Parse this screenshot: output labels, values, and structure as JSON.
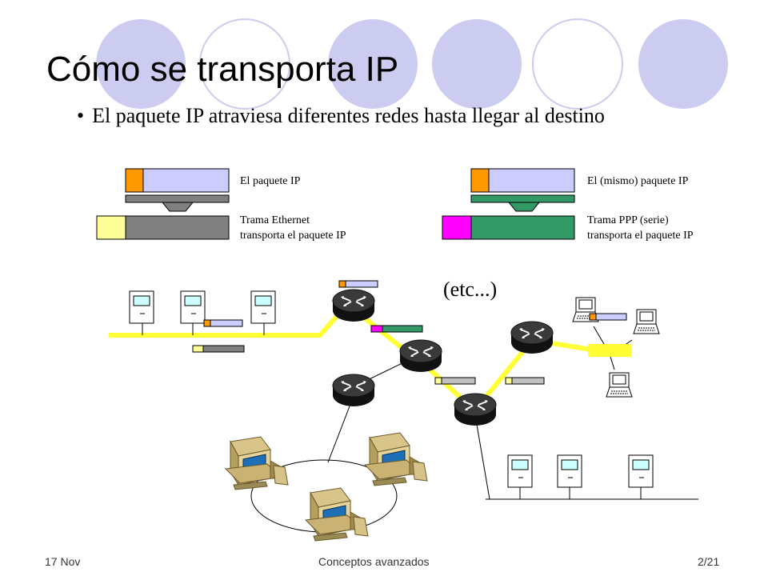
{
  "slide": {
    "title": "Cómo se transporta IP",
    "bullet": "El paquete IP atraviesa diferentes redes hasta llegar al destino",
    "bullet_marker": "•"
  },
  "legend": {
    "ethernet": {
      "packet_label": "El paquete IP",
      "frame_label_line1": "Trama Ethernet",
      "frame_label_line2": "transporta el paquete IP"
    },
    "ppp": {
      "packet_label": "El (mismo) paquete IP",
      "frame_label_line1": "Trama PPP (serie)",
      "frame_label_line2": "transporta el paquete IP"
    }
  },
  "network": {
    "etc_label": "(etc...)"
  },
  "colors": {
    "ip_header": "#ff9900",
    "ip_body": "#ccccff",
    "ethernet_header": "#ffff99",
    "ethernet_body": "#808080",
    "ppp_header": "#ff00ff",
    "ppp_body": "#339966",
    "link_yellow": "#ffff33",
    "deco_circle": "#ccccf0"
  },
  "footer": {
    "date": "17 Nov",
    "topic": "Conceptos avanzados",
    "page": "2/21"
  }
}
